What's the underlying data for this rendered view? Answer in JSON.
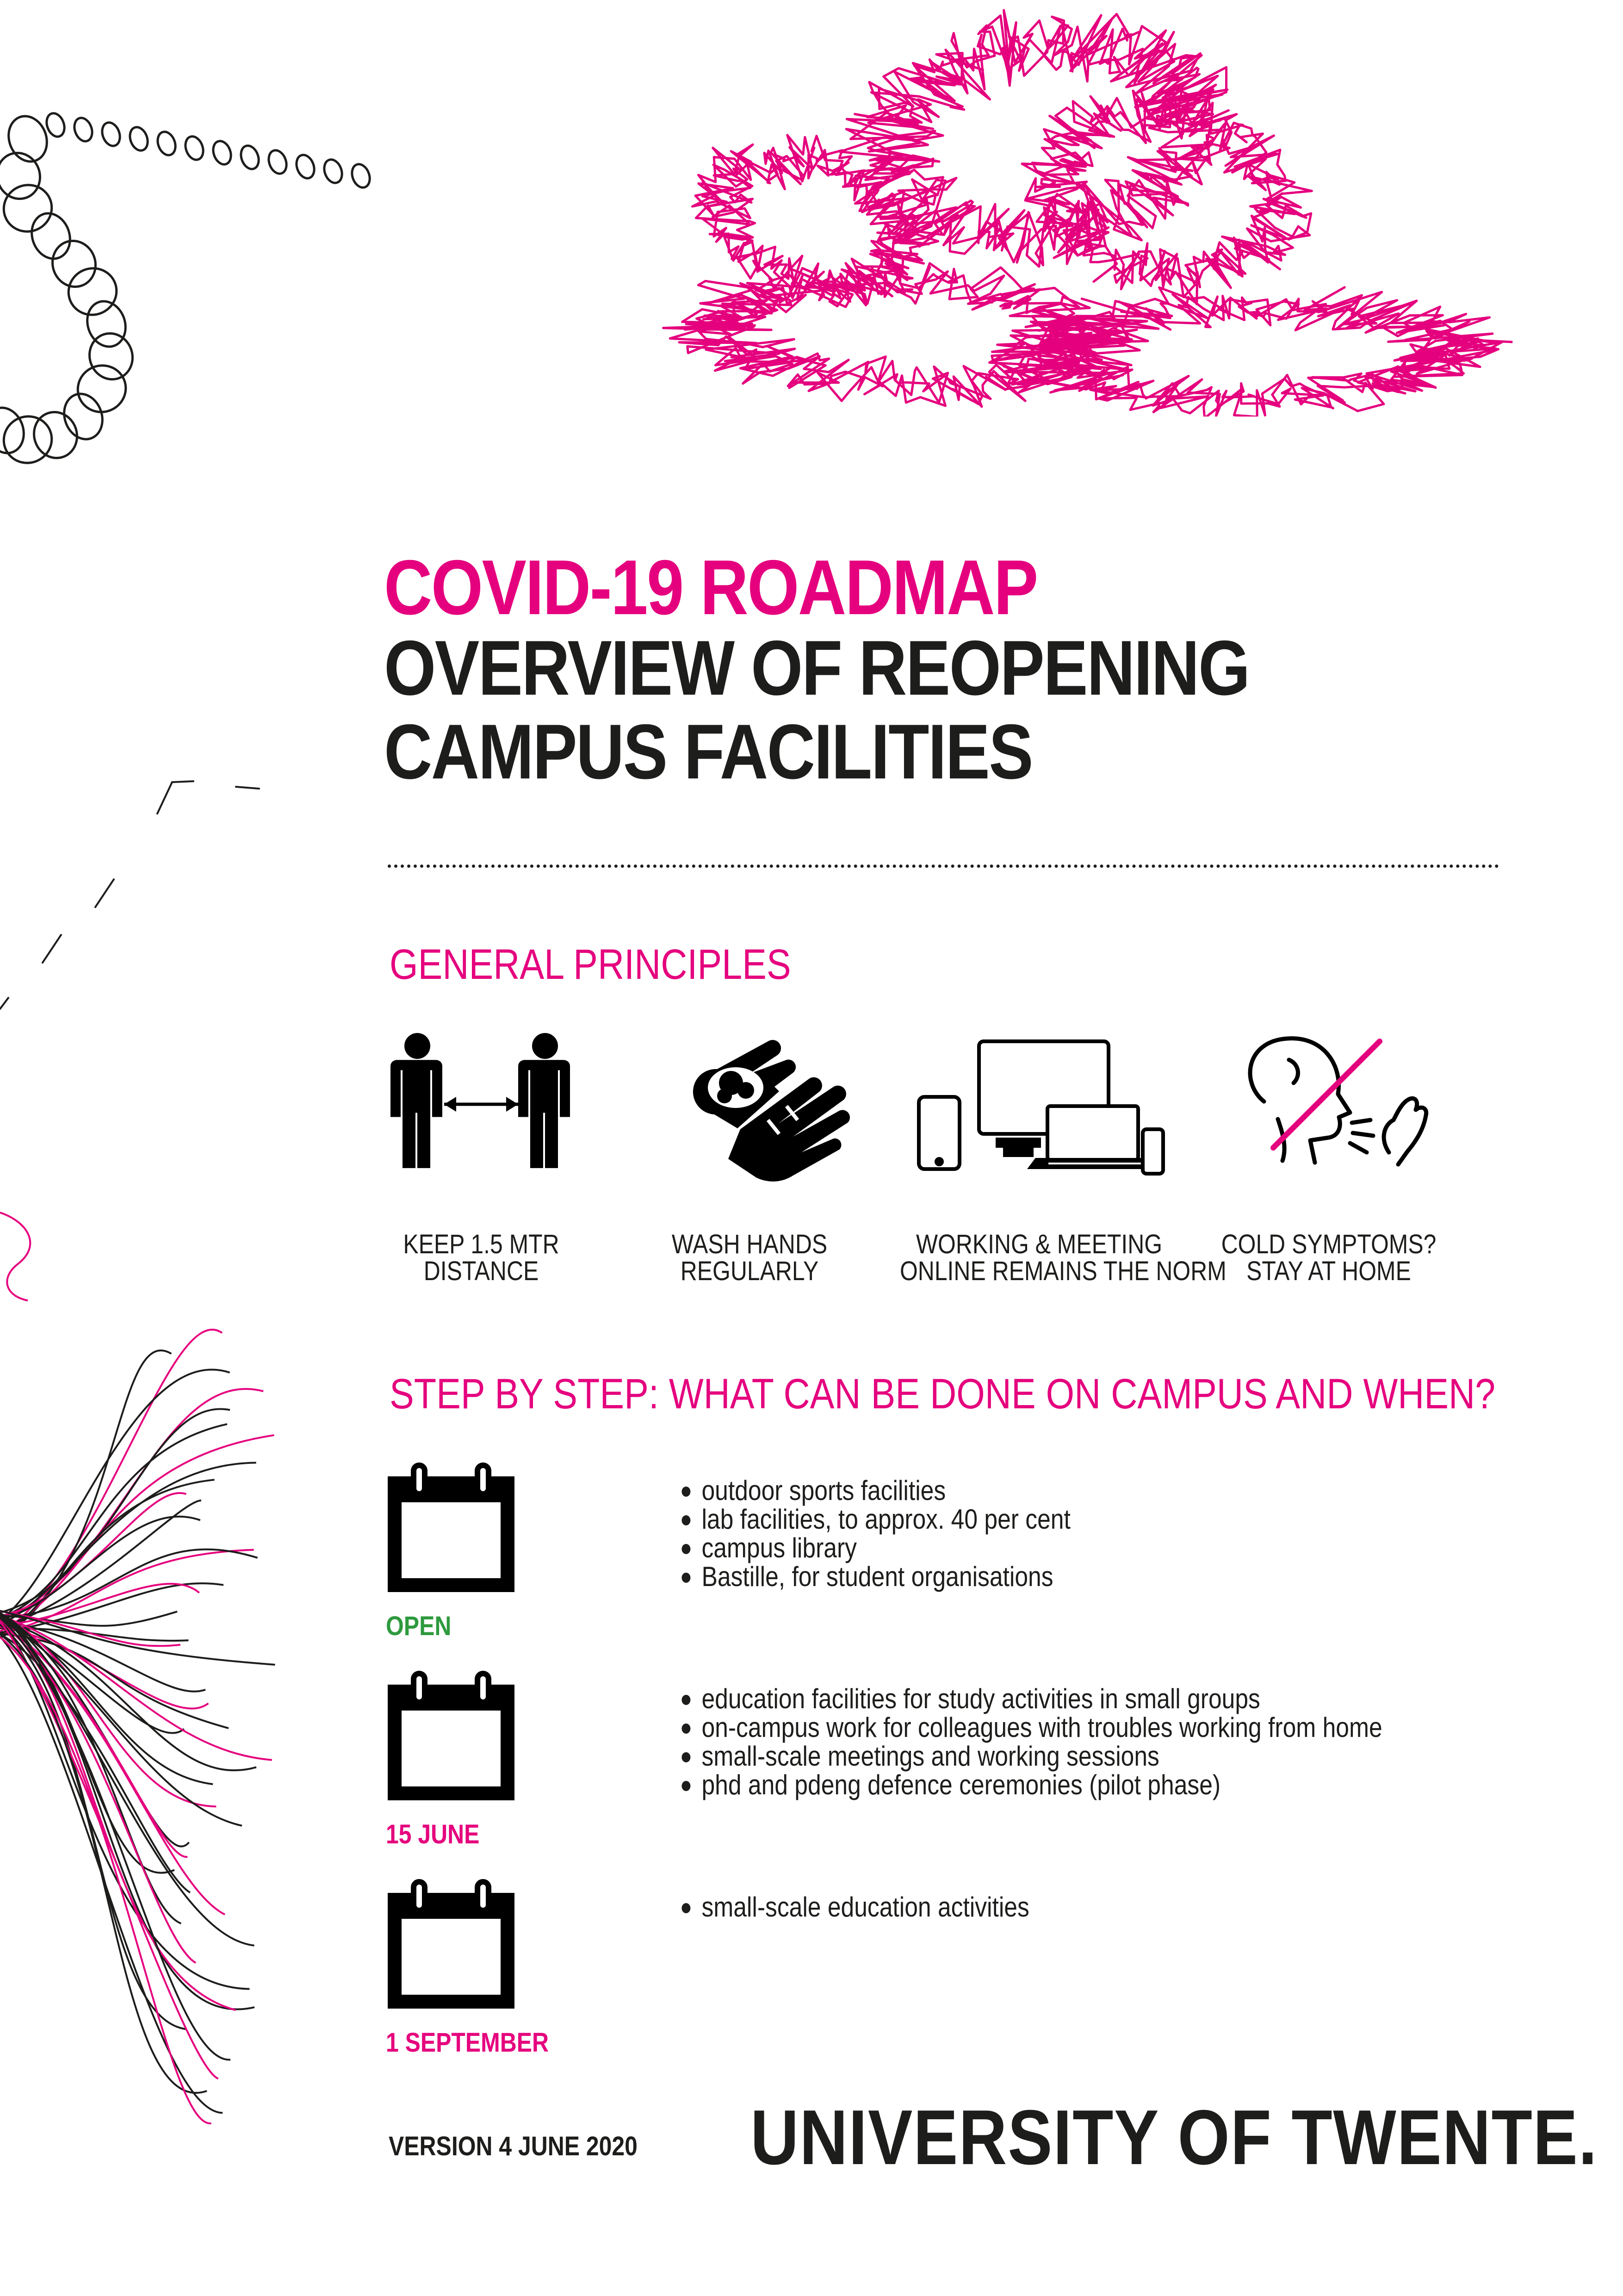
{
  "colors": {
    "accent": "#e5007e",
    "text": "#1d1d1b",
    "open_green": "#2e9a3e"
  },
  "title": {
    "line1": "COVID-19 ROADMAP",
    "line2": "OVERVIEW OF REOPENING",
    "line3": "CAMPUS FACILITIES"
  },
  "principles": {
    "heading": "GENERAL PRINCIPLES",
    "items": [
      {
        "icon": "social-distance-icon",
        "line1": "KEEP 1.5 MTR",
        "line2": "DISTANCE"
      },
      {
        "icon": "wash-hands-icon",
        "line1": "WASH HANDS",
        "line2": "REGULARLY"
      },
      {
        "icon": "devices-icon",
        "line1": "WORKING & MEETING",
        "line2": "ONLINE REMAINS THE NORM"
      },
      {
        "icon": "cold-symptoms-icon",
        "line1": "COLD SYMPTOMS?",
        "line2": "STAY AT HOME"
      }
    ]
  },
  "steps": {
    "heading": "STEP BY STEP: WHAT CAN BE DONE ON CAMPUS AND WHEN?",
    "items": [
      {
        "icon": "calendar-icon",
        "date": "OPEN",
        "entries": [
          "outdoor sports facilities",
          "lab facilities, to approx. 40 per cent",
          "campus library",
          "Bastille, for student organisations"
        ]
      },
      {
        "icon": "calendar-icon",
        "date": "15 JUNE",
        "entries": [
          "education facilities for study activities in small groups",
          "on-campus work for colleagues with troubles working from home",
          "small-scale meetings and working sessions",
          "phd and pdeng defence ceremonies (pilot phase)"
        ]
      },
      {
        "icon": "calendar-icon",
        "date": "1 SEPTEMBER",
        "entries": [
          "small-scale education activities"
        ]
      }
    ]
  },
  "footer": {
    "version": "VERSION 4 JUNE 2020",
    "logo": "UNIVERSITY OF TWENTE."
  }
}
